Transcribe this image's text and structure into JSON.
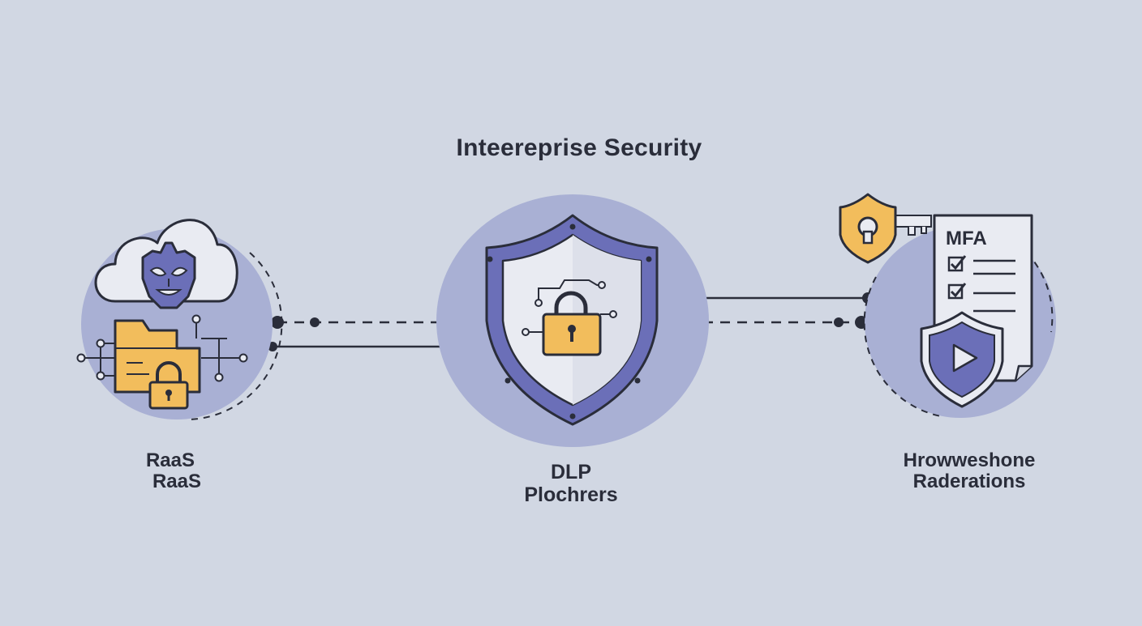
{
  "diagram": {
    "title": "Inteereprise Security",
    "nodes": [
      {
        "id": "left",
        "label_lines": [
          "RaaS",
          "RaaS"
        ],
        "icons": [
          "cloud-icon",
          "robot-mask-icon",
          "folder-icon",
          "padlock-icon",
          "circuit-icon"
        ]
      },
      {
        "id": "center",
        "label_lines": [
          "DLP",
          "Plochrers"
        ],
        "icons": [
          "shield-icon",
          "padlock-icon",
          "circuit-icon"
        ]
      },
      {
        "id": "right",
        "label_lines": [
          "Hrowweshone",
          "Raderations"
        ],
        "document_heading": "MFA",
        "icons": [
          "shield-keyhole-icon",
          "key-icon",
          "document-icon",
          "checkbox-icon",
          "play-shield-icon"
        ]
      }
    ],
    "connections": [
      {
        "from": "left",
        "to": "center",
        "style": "dashed"
      },
      {
        "from": "left",
        "to": "center",
        "style": "solid"
      },
      {
        "from": "center",
        "to": "right",
        "style": "solid"
      },
      {
        "from": "center",
        "to": "right",
        "style": "dashed"
      }
    ],
    "colors": {
      "background": "#d1d7e3",
      "blob": "#a9b0d4",
      "purple": "#6b6fb8",
      "purple_dark": "#3b3f72",
      "orange": "#f2bd5c",
      "line": "#2a2d3a",
      "shield_fill": "#e9ebf2"
    }
  }
}
